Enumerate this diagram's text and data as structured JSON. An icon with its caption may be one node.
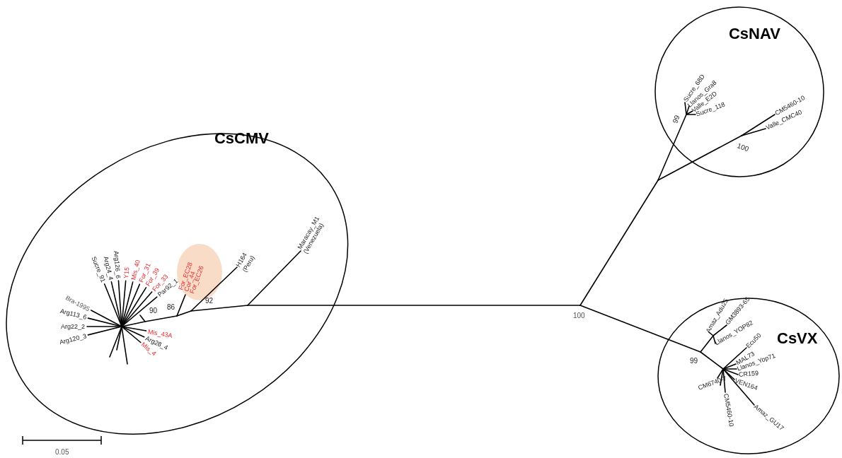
{
  "diagram": {
    "nodes": [
      {
        "text": [
          "CsCMV"
        ]
      },
      {
        "text": [
          "CsNAV"
        ]
      },
      {
        "text": [
          "CsVX"
        ]
      }
    ],
    "edges": [],
    "labels": [
      "Sucre_91",
      "Arg24_4",
      "Bra-1995",
      "Arg126_6",
      "Mis_40",
      "For_31",
      "Y15",
      "For_39",
      "For_33",
      "Par92_1",
      "90",
      "Arg113_6",
      "Arg22_2",
      "Arg120_3",
      "Mis_43A",
      "Mis_4",
      "Arg28_4",
      "86",
      "For_EC28",
      "Cor_44",
      "For_EC26",
      "92",
      "H164",
      "(Peru)",
      "Maracay_M1",
      "(Venezuela)",
      "100",
      "99",
      "Sucre_68D",
      "Llanos_Gra8",
      "Valle_E2D",
      "Sucre_118",
      "CM5460-10",
      "Valle_CMC40",
      "100",
      "Amaz_Adu25",
      "GM3893-65",
      "Llanos_YOP82",
      "Ecu50",
      "MAL73",
      "Llanos_Yop71",
      "CR159",
      "99",
      "CM6740-7",
      "VEN164",
      "CM5460-10",
      "Amaz_GU17",
      "0.05"
    ]
  }
}
